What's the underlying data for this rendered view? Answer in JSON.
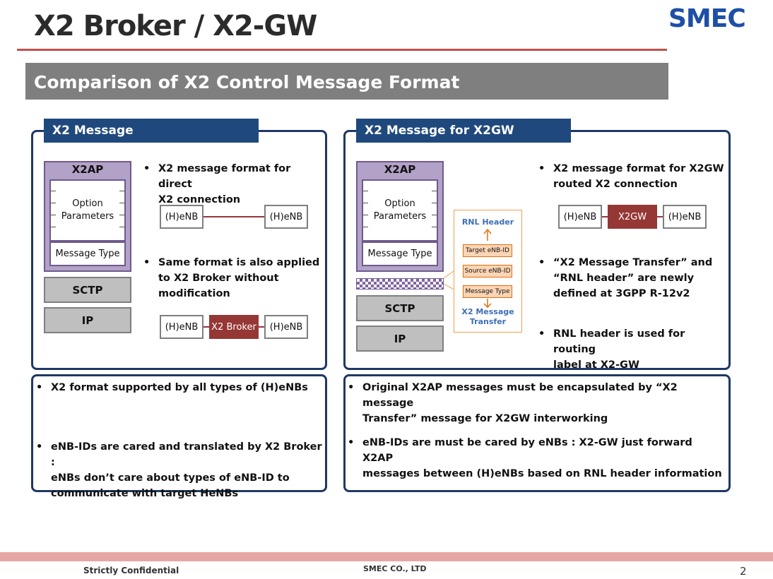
{
  "header": {
    "title": "X2 Broker / X2-GW",
    "logo": "SMEC"
  },
  "section": {
    "title": "Comparison of X2 Control Message Format"
  },
  "left_panel": {
    "tab": "X2 Message",
    "stack": {
      "x2ap": "X2AP",
      "option_params": "Option\nParameters",
      "message_type": "Message Type",
      "sctp": "SCTP",
      "ip": "IP"
    },
    "bullet1": "X2 message format for direct\nX2 connection",
    "diagram1": {
      "left": "(H)eNB",
      "right": "(H)eNB"
    },
    "bullet2": "Same format is also applied\nto X2 Broker without\nmodification",
    "diagram2": {
      "left": "(H)eNB",
      "middle": "X2 Broker",
      "right": "(H)eNB"
    }
  },
  "right_panel": {
    "tab": "X2 Message for X2GW",
    "stack": {
      "x2ap": "X2AP",
      "option_params": "Option\nParameters",
      "message_type": "Message Type",
      "sctp": "SCTP",
      "ip": "IP"
    },
    "rnl": {
      "header": "RNL Header",
      "target": "Target eNB-ID",
      "source": "Source eNB-ID",
      "message_type": "Message Type",
      "transfer": "X2 Message\nTransfer"
    },
    "bullet1": "X2 message format for X2GW\nrouted X2 connection",
    "diagram": {
      "left": "(H)eNB",
      "middle": "X2GW",
      "right": "(H)eNB"
    },
    "bullet2": "“X2 Message Transfer”  and\n“RNL header” are newly\ndefined at 3GPP R-12v2",
    "bullet3": "RNL header is used for routing\nlabel at X2-GW"
  },
  "bottom_left": {
    "bullet1": "X2 format supported by all types of (H)eNBs",
    "bullet2": "eNB-IDs are cared and translated by X2 Broker :\neNBs don’t care about types of eNB-ID to\ncommunicate with target  HeNBs"
  },
  "bottom_right": {
    "bullet1": "Original X2AP messages must be encapsulated by “X2 message\nTransfer” message for X2GW interworking",
    "bullet2": "eNB-IDs are must be cared by eNBs : X2-GW just forward X2AP\nmessages between (H)eNBs based on RNL header information"
  },
  "footer": {
    "left": "Strictly Confidential",
    "center": "SMEC CO., LTD",
    "page": "2"
  },
  "bullet_char": "•",
  "colors": {
    "panel_border": "#1f3864",
    "tab_bg": "#1f497d",
    "accent_red": "#953735",
    "x2ap_purple": "#b3a2c7",
    "rule_red": "#c0504d"
  }
}
